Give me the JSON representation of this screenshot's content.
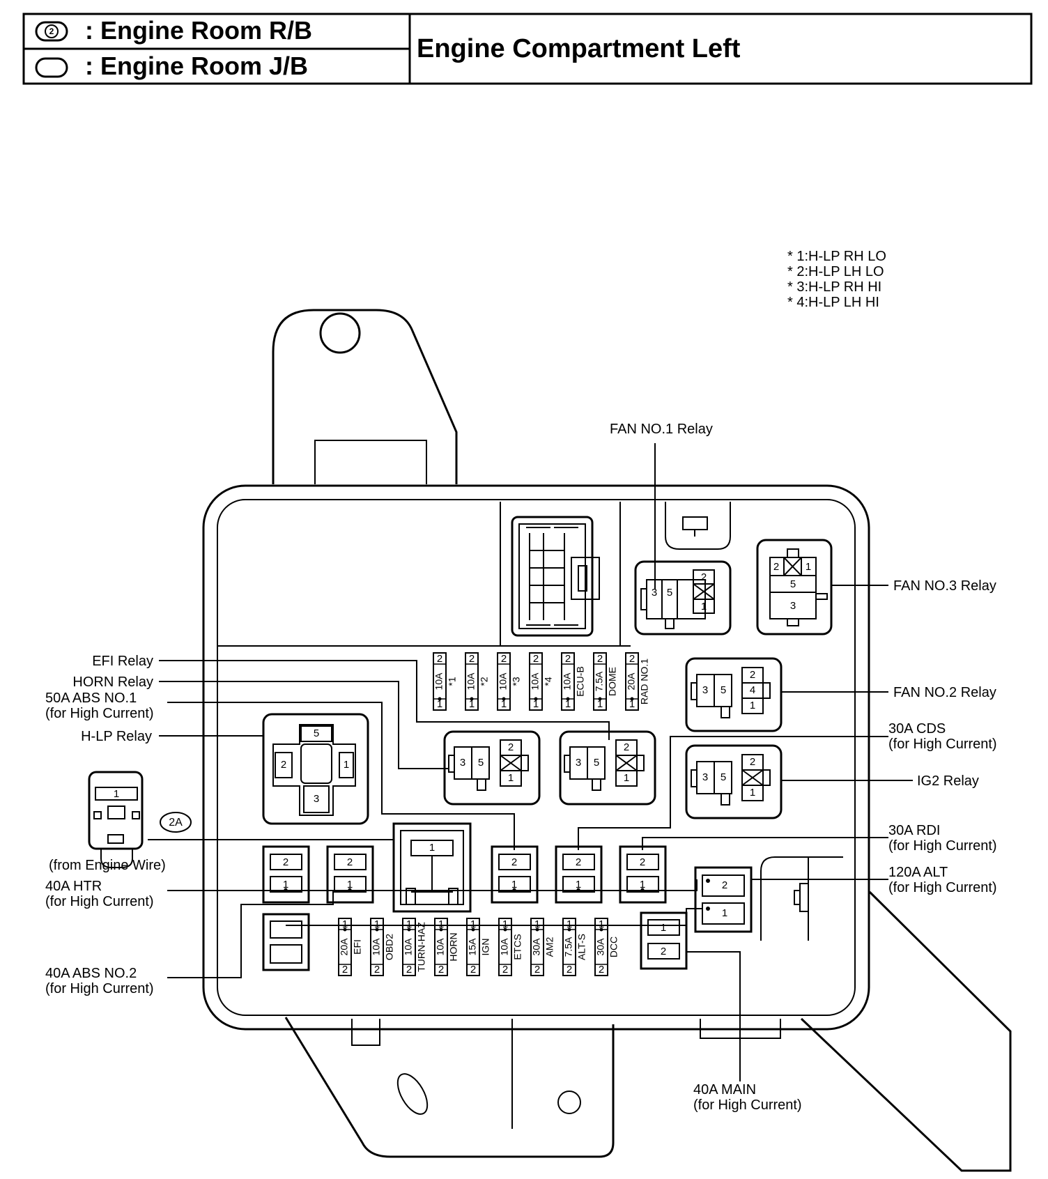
{
  "header": {
    "legend_symbol_2": "2",
    "legend_rb": ": Engine Room R/B",
    "legend_jb": ": Engine Room J/B",
    "title": "Engine Compartment Left"
  },
  "notes": [
    "* 1:H-LP RH LO",
    "* 2:H-LP LH LO",
    "* 3:H-LP RH HI",
    "* 4:H-LP LH HI"
  ],
  "labels": {
    "fan1_relay": "FAN NO.1 Relay",
    "fan3_relay": "FAN NO.3 Relay",
    "fan2_relay": "FAN NO.2 Relay",
    "efi_relay": "EFI Relay",
    "horn_relay": "HORN Relay",
    "abs1_a": "50A ABS NO.1",
    "abs1_b": "(for High Current)",
    "hlp_relay": "H-LP Relay",
    "cds_a": "30A CDS",
    "cds_b": "(for High Current)",
    "ig2_relay": "IG2 Relay",
    "rdi_a": "30A RDI",
    "rdi_b": "(for High Current)",
    "alt_a": "120A ALT",
    "alt_b": "(for High Current)",
    "connector_ref": "2A",
    "engine_wire": "(from Engine Wire)",
    "htr_a": "40A HTR",
    "htr_b": "(for High Current)",
    "abs2_a": "40A ABS NO.2",
    "abs2_b": "(for High Current)",
    "main_a": "40A MAIN",
    "main_b": "(for High Current)"
  },
  "top_fuses": [
    {
      "rating": "10A",
      "name": "*1"
    },
    {
      "rating": "10A",
      "name": "*2"
    },
    {
      "rating": "10A",
      "name": "*3"
    },
    {
      "rating": "10A",
      "name": "*4"
    },
    {
      "rating": "10A",
      "name": "ECU-B"
    },
    {
      "rating": "7.5A",
      "name": "DOME"
    },
    {
      "rating": "20A",
      "name": "RAD NO.1"
    }
  ],
  "bottom_fuses": [
    {
      "rating": "20A",
      "name": "EFI"
    },
    {
      "rating": "10A",
      "name": "OBD2"
    },
    {
      "rating": "10A",
      "name": "TURN-HAZ"
    },
    {
      "rating": "10A",
      "name": "HORN"
    },
    {
      "rating": "15A",
      "name": "IGN"
    },
    {
      "rating": "10A",
      "name": "ETCS"
    },
    {
      "rating": "30A",
      "name": "AM2"
    },
    {
      "rating": "7.5A",
      "name": "ALT-S"
    },
    {
      "rating": "30A",
      "name": "DCC"
    }
  ],
  "pins": {
    "p1": "1",
    "p2": "2",
    "p3": "3",
    "p4": "4",
    "p5": "5"
  }
}
